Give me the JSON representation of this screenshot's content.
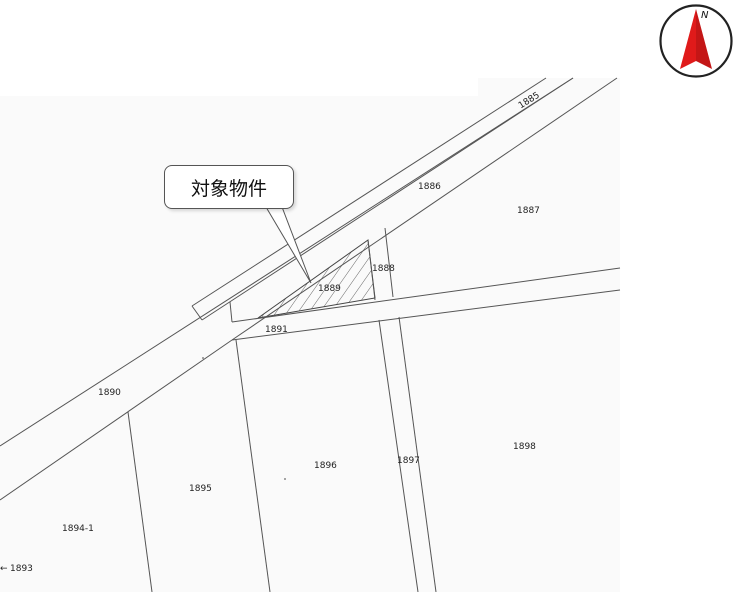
{
  "callout": {
    "label": "対象物件"
  },
  "compass": {
    "north_label": "N",
    "accent_color": "#e01a1a"
  },
  "parcels": {
    "p1885": "1885",
    "p1886": "1886",
    "p1887": "1887",
    "p1888": "1888",
    "p1889": "1889",
    "p1890": "1890",
    "p1891": "1891",
    "p1893": "1893",
    "p1894_1": "1894-1",
    "p1895": "1895",
    "p1896": "1896",
    "p1897": "1897",
    "p1898": "1898"
  },
  "arrow_glyph": "←"
}
